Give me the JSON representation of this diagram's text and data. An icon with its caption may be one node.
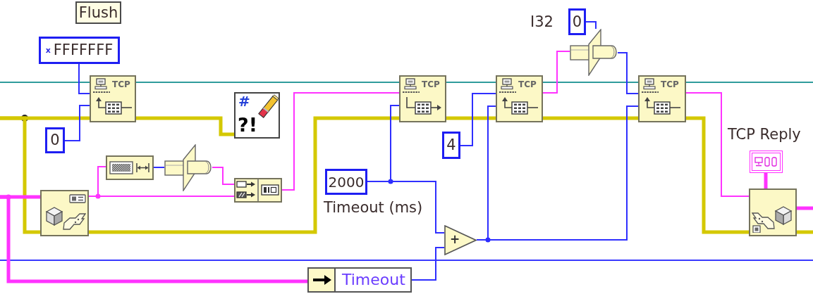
{
  "diagram": {
    "nodes": [
      {
        "text": [
          "Flush"
        ]
      },
      {
        "text": [
          "x",
          "FFFFFFF"
        ]
      },
      {
        "text": [
          "0"
        ]
      },
      {
        "text": [
          "TCP"
        ]
      },
      {
        "text": [
          "#",
          "?!"
        ]
      },
      {
        "text": [],
        "shape": "picture"
      },
      {
        "text": [],
        "shape": "picture"
      },
      {
        "text": [],
        "shape": "picture"
      },
      {
        "text": [],
        "shape": "picture"
      },
      {
        "text": [
          "TCP"
        ]
      },
      {
        "text": [
          "2000"
        ],
        "beside": [
          "Timeout (ms)"
        ]
      },
      {
        "text": [
          "4"
        ]
      },
      {
        "text": [
          "TCP"
        ]
      },
      {
        "text": [
          "0"
        ],
        "beside": [
          "I32"
        ]
      },
      {
        "text": [],
        "shape": "picture"
      },
      {
        "text": [
          "TCP"
        ]
      },
      {
        "text": [
          "+"
        ]
      },
      {
        "text": [
          "Timeout"
        ]
      },
      {
        "text": [],
        "shape": "picture",
        "beside": [
          "TCP Reply"
        ]
      },
      {
        "text": [],
        "shape": "picture"
      }
    ],
    "edges": [
      {
        "from": null,
        "to": 3,
        "arrow": "none",
        "color": "#2f9c9c"
      },
      {
        "from": 3,
        "to": 9,
        "arrow": "none",
        "color": "#2f9c9c"
      },
      {
        "from": 9,
        "to": 12,
        "arrow": "none",
        "color": "#2f9c9c"
      },
      {
        "from": 12,
        "to": 15,
        "arrow": "none",
        "color": "#2f9c9c"
      },
      {
        "from": 15,
        "to": null,
        "arrow": "none",
        "color": "#2f9c9c"
      },
      {
        "from": null,
        "to": 3,
        "arrow": "none",
        "style": "thick",
        "color": "#d4c800"
      },
      {
        "from": null,
        "to": 5,
        "arrow": "none",
        "style": "thick",
        "color": "#d4c800"
      },
      {
        "from": 3,
        "to": 4,
        "arrow": "none",
        "style": "thick",
        "color": "#d4c800"
      },
      {
        "from": 5,
        "to": 9,
        "arrow": "none",
        "style": "thick",
        "color": "#d4c800"
      },
      {
        "from": 9,
        "to": 12,
        "arrow": "none",
        "style": "thick",
        "color": "#d4c800"
      },
      {
        "from": 12,
        "to": 15,
        "arrow": "none",
        "style": "thick",
        "color": "#d4c800"
      },
      {
        "from": 15,
        "to": 19,
        "arrow": "none",
        "style": "thick",
        "color": "#d4c800"
      },
      {
        "from": 19,
        "to": null,
        "arrow": "none",
        "style": "thick",
        "color": "#d4c800"
      },
      {
        "from": 1,
        "to": 3,
        "arrow": "none"
      },
      {
        "from": 2,
        "to": 3,
        "arrow": "none"
      },
      {
        "from": 6,
        "to": 7,
        "arrow": "none"
      },
      {
        "from": 10,
        "to": 9,
        "arrow": "none"
      },
      {
        "from": 10,
        "to": 16,
        "arrow": "none"
      },
      {
        "from": 11,
        "to": 12,
        "arrow": "none"
      },
      {
        "from": 16,
        "to": 12,
        "arrow": "none"
      },
      {
        "from": 16,
        "to": 15,
        "arrow": "none"
      },
      {
        "from": 17,
        "to": 16,
        "arrow": "none"
      },
      {
        "from": 13,
        "to": 14,
        "arrow": "none"
      },
      {
        "from": 14,
        "to": 15,
        "arrow": "none"
      },
      {
        "from": 5,
        "to": 6,
        "arrow": "none",
        "color": "#ff33ff"
      },
      {
        "from": 5,
        "to": 8,
        "arrow": "none",
        "color": "#ff33ff"
      },
      {
        "from": 7,
        "to": 8,
        "arrow": "none",
        "color": "#ff33ff"
      },
      {
        "from": 8,
        "to": 9,
        "arrow": "none",
        "color": "#ff33ff"
      },
      {
        "from": 12,
        "to": 14,
        "arrow": "none",
        "color": "#ff33ff"
      },
      {
        "from": 15,
        "to": 19,
        "arrow": "none",
        "color": "#ff33ff"
      },
      {
        "from": null,
        "to": 5,
        "arrow": "none",
        "style": "thick",
        "color": "#ff33ff"
      },
      {
        "from": null,
        "to": 17,
        "arrow": "none",
        "style": "thick",
        "color": "#ff33ff"
      },
      {
        "from": 18,
        "to": 19,
        "arrow": "none",
        "style": "thick",
        "color": "#ff33ff"
      },
      {
        "from": 19,
        "to": null,
        "arrow": "none",
        "style": "thick",
        "color": "#ff33ff"
      }
    ]
  }
}
